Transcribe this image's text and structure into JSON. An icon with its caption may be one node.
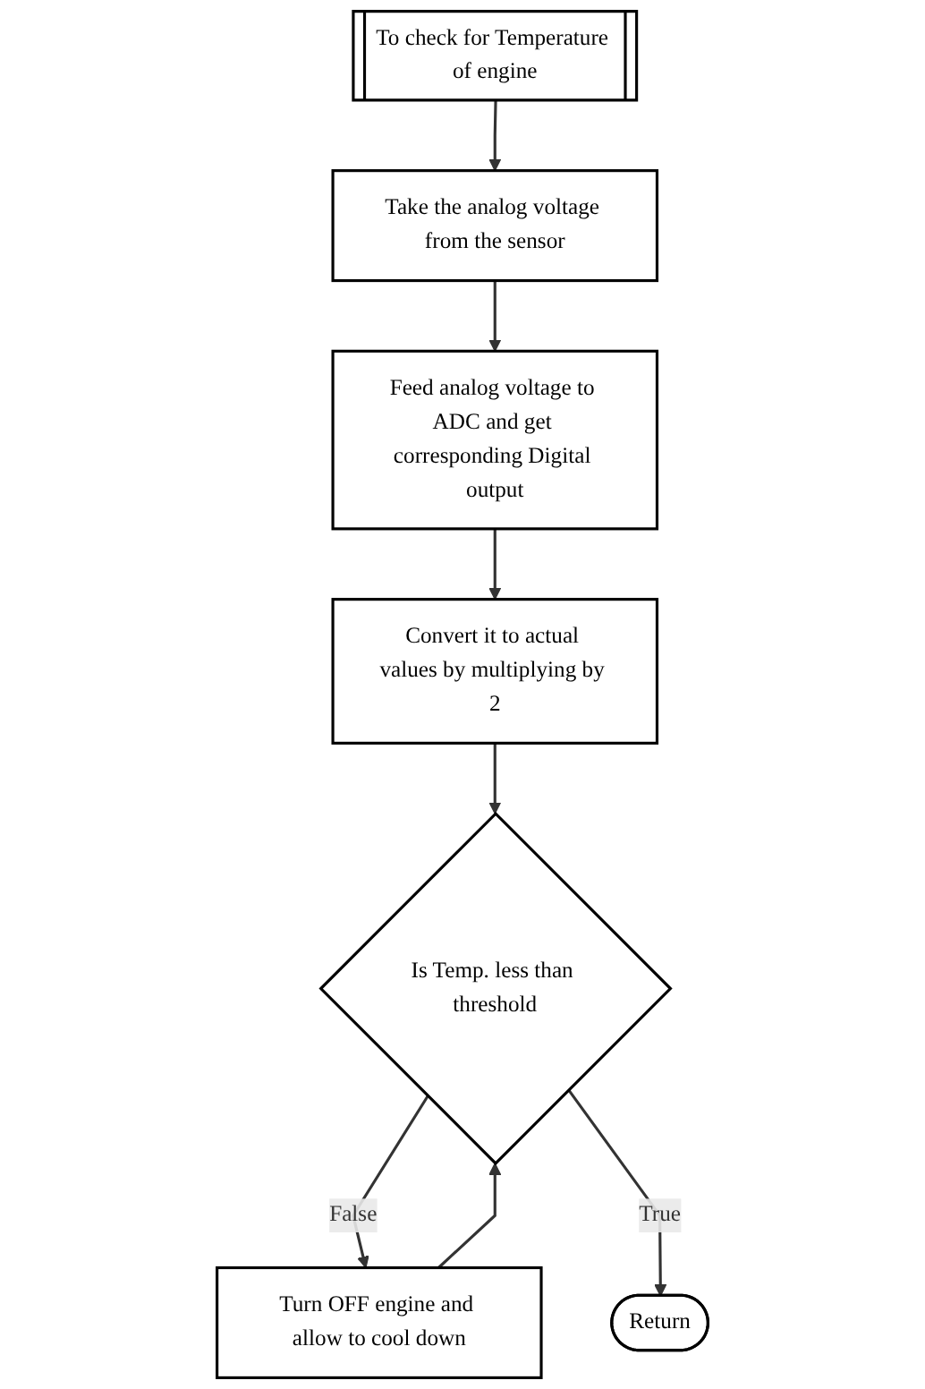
{
  "diagram": {
    "nodes": [
      {
        "text": [
          "To check for Temperature of engine"
        ]
      },
      {
        "text": [
          "Take the analog voltage from the sensor"
        ]
      },
      {
        "text": [
          "Feed analog voltage to ADC and get corresponding Digital output"
        ]
      },
      {
        "text": [
          "Convert it to actual values by multiplying by 2"
        ]
      },
      {
        "text": [
          "Is Temp. less than threshold"
        ]
      },
      {
        "text": [
          "Turn OFF engine and allow to cool down"
        ]
      },
      {
        "text": [
          "Return"
        ]
      }
    ],
    "edges": [
      {
        "from": 0,
        "to": 1,
        "arrow": "to"
      },
      {
        "from": 1,
        "to": 2,
        "arrow": "to"
      },
      {
        "from": 2,
        "to": 3,
        "arrow": "to"
      },
      {
        "from": 3,
        "to": 4,
        "arrow": "to"
      },
      {
        "from": 4,
        "to": 5,
        "arrow": "to",
        "label": "False"
      },
      {
        "from": 5,
        "to": 4,
        "arrow": "to"
      },
      {
        "from": 4,
        "to": 6,
        "arrow": "to",
        "label": "True"
      }
    ]
  }
}
